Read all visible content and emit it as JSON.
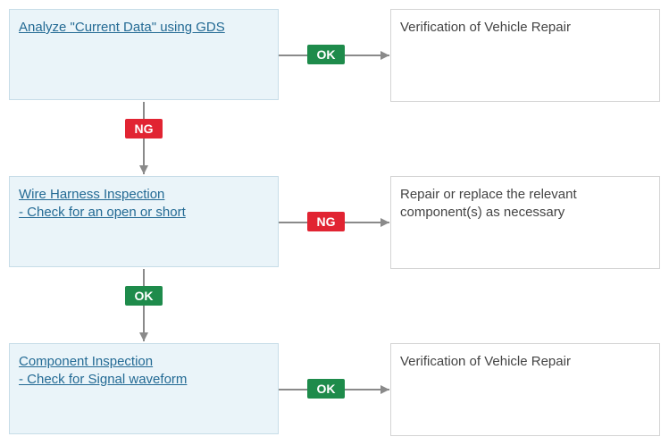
{
  "steps": [
    {
      "link_line1": "Analyze \"Current Data\" using GDS",
      "link_line2": ""
    },
    {
      "link_line1": "Wire Harness Inspection ",
      "link_line2": "- Check for an open or short"
    },
    {
      "link_line1": "Component Inspection ",
      "link_line2": "- Check for Signal waveform"
    }
  ],
  "results": [
    {
      "line1": "Verification of Vehicle Repair",
      "line2": ""
    },
    {
      "line1": "Repair or replace the relevant",
      "line2": "component(s) as necessary"
    },
    {
      "line1": "Verification of Vehicle Repair",
      "line2": ""
    }
  ],
  "side_badges": [
    "OK",
    "NG",
    "OK"
  ],
  "down_badges": [
    "NG",
    "OK"
  ],
  "colors": {
    "ok": "#1e8b4b",
    "ng": "#e12432",
    "link": "#236a94",
    "step_bg": "#eaf4f9",
    "arrow": "#8a8a8a"
  }
}
